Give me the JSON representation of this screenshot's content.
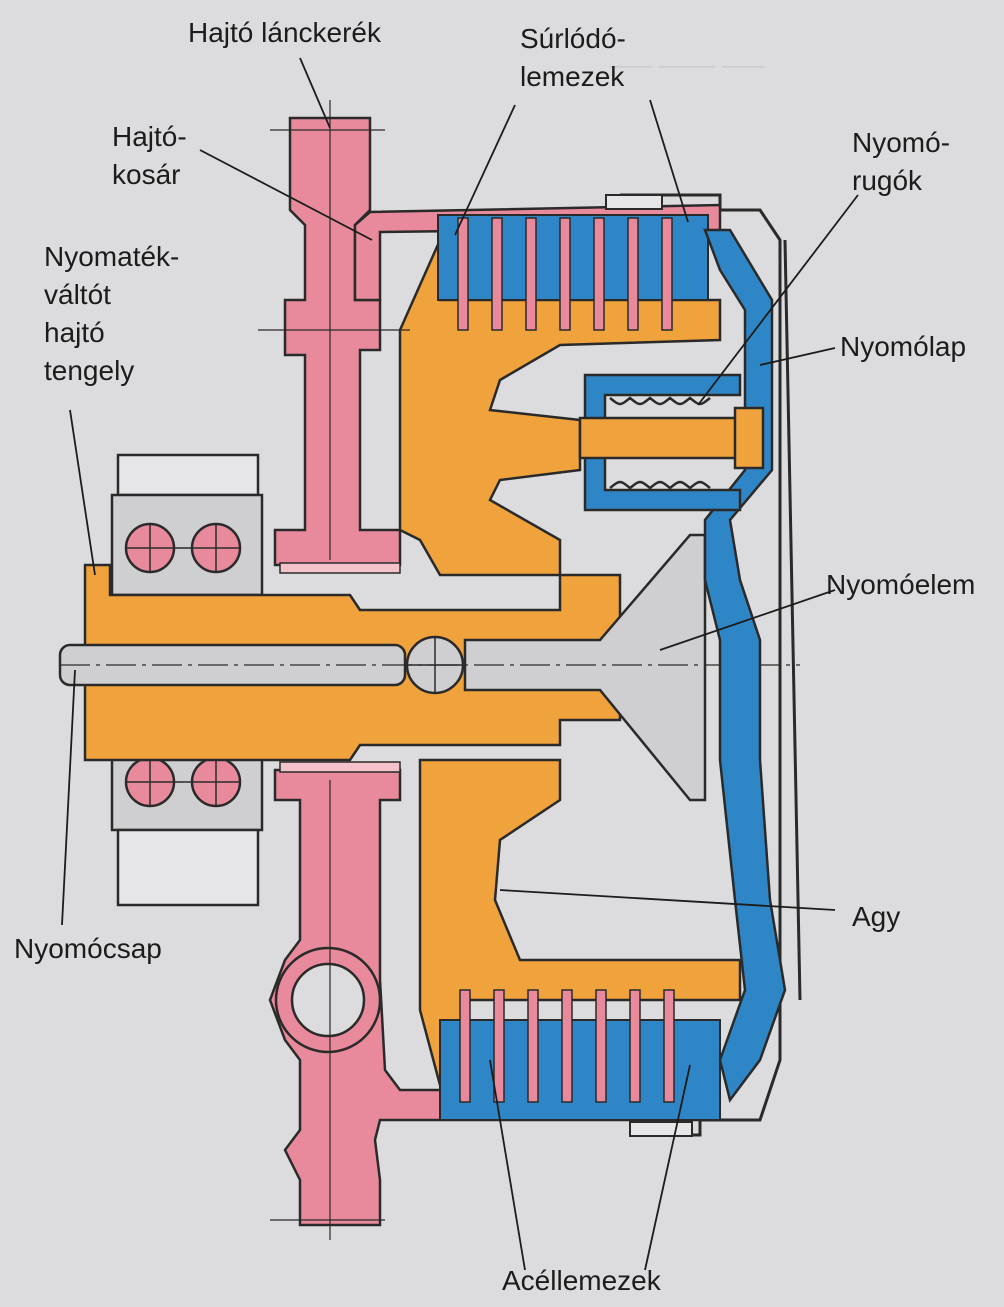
{
  "labels": {
    "hajto_lanckerek": "Hajtó lánckerék",
    "surlodo_lemezek": "Súrlódó-\nlemezek",
    "hajto_kosar": "Hajtó-\nkosár",
    "nyomo_rugok": "Nyomó-\nrugók",
    "nyomatek_valtot": "Nyomaték-\nváltót\nhajtó\ntengely",
    "nyomolap": "Nyomólap",
    "nyomoelem": "Nyomóelem",
    "agy": "Agy",
    "nyomocsap": "Nyomócsap",
    "acellemezek": "Acéllemezek"
  },
  "colors": {
    "background": "#dcdcde",
    "pink_parts": "#e88a9c",
    "orange_parts": "#f0a23c",
    "blue_parts": "#2f86c6",
    "grey_parts": "#cfcfd2",
    "outline": "#2a2a2a"
  }
}
